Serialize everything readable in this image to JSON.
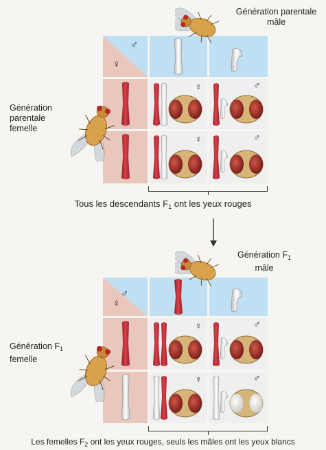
{
  "top": {
    "father_label": "Génération parentale",
    "father_sub": "mâle",
    "mother_label_lines": [
      "Génération",
      "parentale",
      "femelle"
    ],
    "result_text": "Tous les descendants F",
    "result_sub": "1",
    "result_tail": " ont les yeux rouges"
  },
  "bottom": {
    "father_label": "Génération F",
    "father_label_sub": "1",
    "father_sub": "mâle",
    "mother_label": "Génération F",
    "mother_label_sub": "1",
    "mother_label_2": "femelle",
    "result_text": "Les femelles F",
    "result_sub": "2",
    "result_tail": " ont les yeux rouges, seuls les mâles ont les yeux blancs"
  },
  "symbols": {
    "female": "♀",
    "male": "♂"
  },
  "colors": {
    "red_chromosome": "#c0323a",
    "white_chromosome": "#e8e8e8",
    "male_gamete_cell": "#bfe0f2",
    "female_gamete_cell": "#e9c7bd"
  }
}
